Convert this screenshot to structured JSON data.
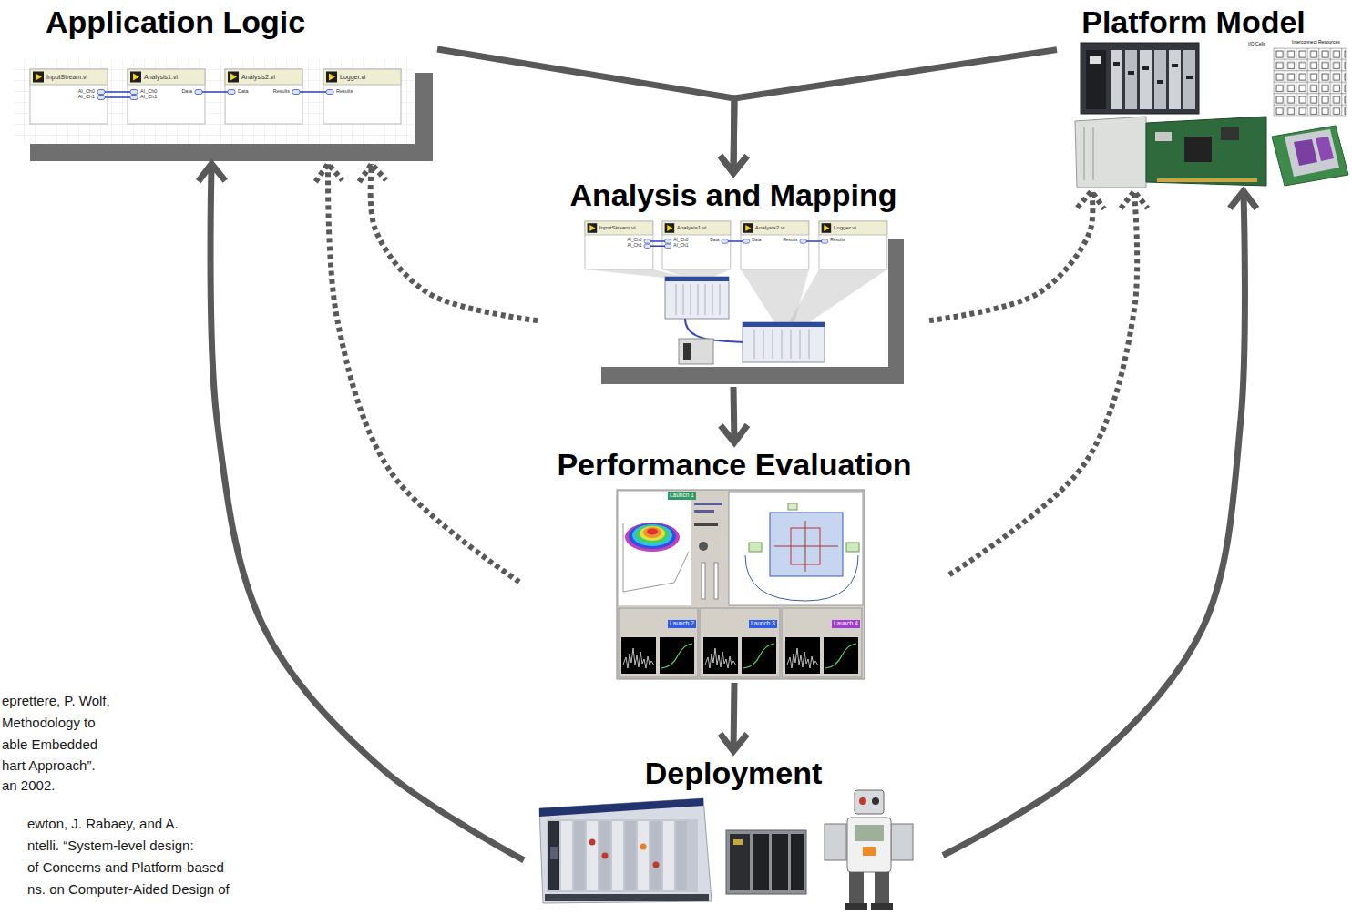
{
  "diagram": {
    "nodes": [
      {
        "text": [
          "Application Logic"
        ]
      },
      {
        "text": [
          "Platform Model"
        ]
      },
      {
        "text": [
          "Analysis and Mapping"
        ]
      },
      {
        "text": [
          "Performance Evaluation"
        ]
      },
      {
        "text": [
          "Deployment"
        ]
      }
    ],
    "edges": [
      {
        "from": 0,
        "to": 2,
        "arrow": "to"
      },
      {
        "from": 1,
        "to": 2,
        "arrow": "to"
      },
      {
        "from": 2,
        "to": 3,
        "arrow": "to"
      },
      {
        "from": 3,
        "to": 4,
        "arrow": "to"
      },
      {
        "from": 4,
        "to": 0,
        "arrow": "to"
      },
      {
        "from": 4,
        "to": 1,
        "arrow": "to"
      },
      {
        "from": 2,
        "to": 0,
        "arrow": "to"
      },
      {
        "from": 2,
        "to": 1,
        "arrow": "to"
      },
      {
        "from": 3,
        "to": 0,
        "arrow": "to"
      },
      {
        "from": 3,
        "to": 1,
        "arrow": "to"
      }
    ],
    "labels": [
      "InputStream.vi",
      "Analysis1.vi",
      "Analysis2.vi",
      "Logger.vi",
      "AI_Ch0",
      "AI_Ch1",
      "AI_Ch0",
      "AI_Ch1",
      "Data",
      "Data",
      "Results",
      "Results",
      "InputStream.vi",
      "Analysis1.vi",
      "Analysis2.vi",
      "Logger.vi",
      "AI_Ch0",
      "AI_Ch1",
      "AI_Ch0",
      "AI_Ch1",
      "Data",
      "Data",
      "Results",
      "Results",
      "I/O Cells",
      "Interconnect Resources",
      "Launch 1",
      "Launch 2",
      "Launch 3",
      "Launch 4",
      "eprettere, P. Wolf,",
      "Methodology to",
      "able Embedded",
      "hart Approach”.",
      "an 2002.",
      "ewton, J. Rabaey, and A.",
      "ntelli. “System-level design:",
      "of Concerns and Platform-based",
      "ns. on Computer-Aided Design of"
    ]
  }
}
